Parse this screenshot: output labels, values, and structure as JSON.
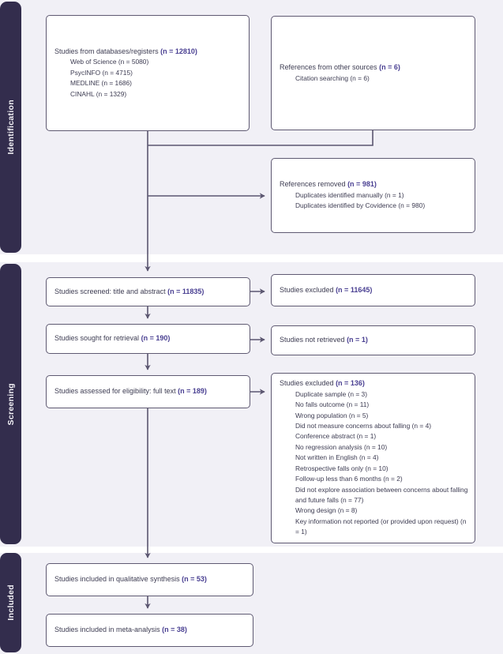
{
  "colors": {
    "band_background": "#f1f0f6",
    "gap_background": "#ffffff",
    "sidebar": "#332d4d",
    "sidebar_text": "#f5f4f8",
    "box_border": "#5f5a72",
    "box_background": "#ffffff",
    "text": "#3d3c52",
    "count_accent": "#4a4092",
    "arrow": "#5b5670"
  },
  "sections": {
    "identification": "Identification",
    "screening": "Screening",
    "included": "Included"
  },
  "boxes": {
    "databases": {
      "title": "Studies from databases/registers",
      "count": "(n = 12810)",
      "items": [
        "Web of Science (n = 5080)",
        "PsycINFO (n = 4715)",
        "MEDLINE (n = 1686)",
        "CINAHL (n = 1329)"
      ]
    },
    "other_sources": {
      "title": "References from other sources",
      "count": "(n = 6)",
      "items": [
        "Citation searching (n = 6)"
      ]
    },
    "references_removed": {
      "title": "References removed",
      "count": "(n = 981)",
      "items": [
        "Duplicates identified manually (n = 1)",
        "Duplicates identified by Covidence (n = 980)"
      ]
    },
    "screened": {
      "title": "Studies screened: title and abstract",
      "count": "(n = 11835)"
    },
    "excluded_screening": {
      "title": "Studies excluded",
      "count": "(n = 11645)"
    },
    "sought": {
      "title": "Studies sought for retrieval",
      "count": "(n = 190)"
    },
    "not_retrieved": {
      "title": "Studies not retrieved",
      "count": "(n = 1)"
    },
    "assessed": {
      "title": "Studies assessed for eligibility: full text",
      "count": "(n = 189)"
    },
    "excluded_fulltext": {
      "title": "Studies excluded",
      "count": "(n = 136)",
      "items": [
        "Duplicate sample (n = 3)",
        "No falls outcome (n = 11)",
        "Wrong population (n = 5)",
        "Did not measure concerns about falling (n = 4)",
        "Conference abstract (n = 1)",
        "No regression analysis (n = 10)",
        "Not written in English (n = 4)",
        "Retrospective falls only (n = 10)",
        "Follow-up less than 6 months (n = 2)",
        "Did not explore association between concerns about falling and future falls (n = 77)",
        "Wrong design (n = 8)",
        "Key information not reported (or provided upon request) (n = 1)"
      ]
    },
    "qualitative": {
      "title": "Studies included in qualitative synthesis",
      "count": "(n = 53)"
    },
    "meta": {
      "title": "Studies included in meta-analysis",
      "count": "(n = 38)"
    }
  }
}
